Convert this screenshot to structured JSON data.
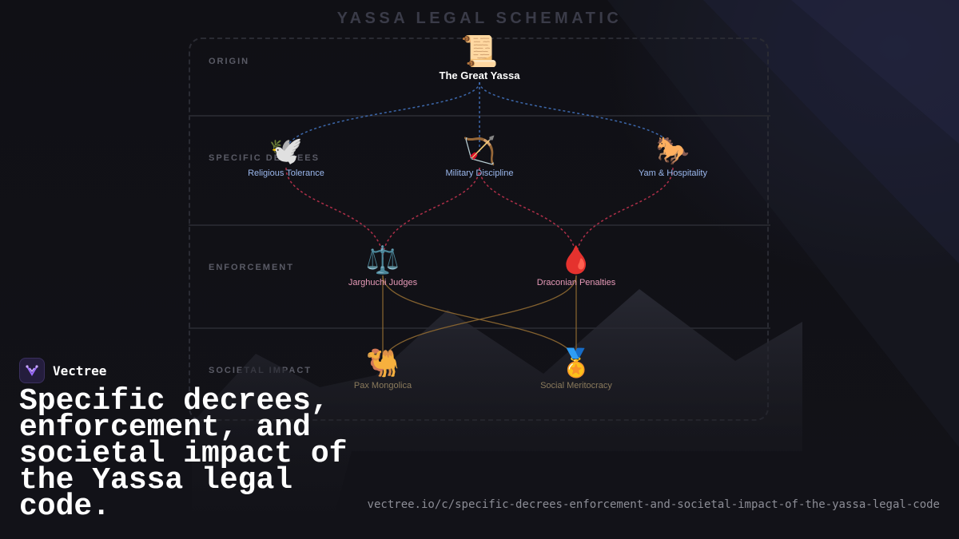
{
  "diagram": {
    "title": "YASSA LEGAL SCHEMATIC",
    "lanes": [
      {
        "label": "ORIGIN"
      },
      {
        "label": "SPECIFIC DECREES"
      },
      {
        "label": "ENFORCEMENT"
      },
      {
        "label": "SOCIETAL IMPACT"
      }
    ],
    "nodes": {
      "yassa": {
        "emoji": "📜",
        "label": "The Great Yassa"
      },
      "religious": {
        "emoji": "🕊️",
        "label": "Religious Tolerance"
      },
      "military": {
        "emoji": "🏹",
        "label": "Military Discipline"
      },
      "yam": {
        "emoji": "🐎",
        "label": "Yam & Hospitality"
      },
      "jarghuchi": {
        "emoji": "⚖️",
        "label": "Jarghuchi Judges"
      },
      "draconian": {
        "emoji": "🩸",
        "label": "Draconian Penalties"
      },
      "pax": {
        "emoji": "🐫",
        "label": "Pax Mongolica"
      },
      "meritocracy": {
        "emoji": "🏅",
        "label": "Social Meritocracy"
      }
    },
    "edge_colors": {
      "origin": "#3f6db3",
      "decree": "#b8324c",
      "enforce": "#8a6630"
    }
  },
  "brand": {
    "name": "Vectree",
    "logo_icon": "vectree-logo-icon"
  },
  "headline": "Specific decrees, enforcement, and societal impact of the Yassa legal code.",
  "url": "vectree.io/c/specific-decrees-enforcement-and-societal-impact-of-the-yassa-legal-code"
}
